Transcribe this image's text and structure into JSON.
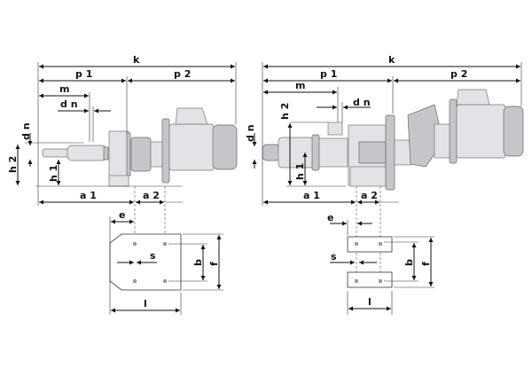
{
  "left_view": {
    "labels": {
      "k": "k",
      "p1": "p 1",
      "p2": "p 2",
      "m": "m",
      "dn_h": "d n",
      "dn_v": "d n",
      "h2": "h 2",
      "h1": "h 1",
      "a1": "a 1",
      "a2": "a 2",
      "e": "e",
      "s": "s",
      "b": "b",
      "f": "f",
      "l": "l"
    }
  },
  "right_view": {
    "labels": {
      "k": "k",
      "p1": "p 1",
      "p2": "p 2",
      "m": "m",
      "dn_h": "d n",
      "dn_v": "d n",
      "h2": "h 2",
      "h1": "h 1",
      "a1": "a 1",
      "a2": "a 2",
      "e": "e",
      "s": "s",
      "b": "b",
      "f": "f",
      "l": "l"
    }
  }
}
